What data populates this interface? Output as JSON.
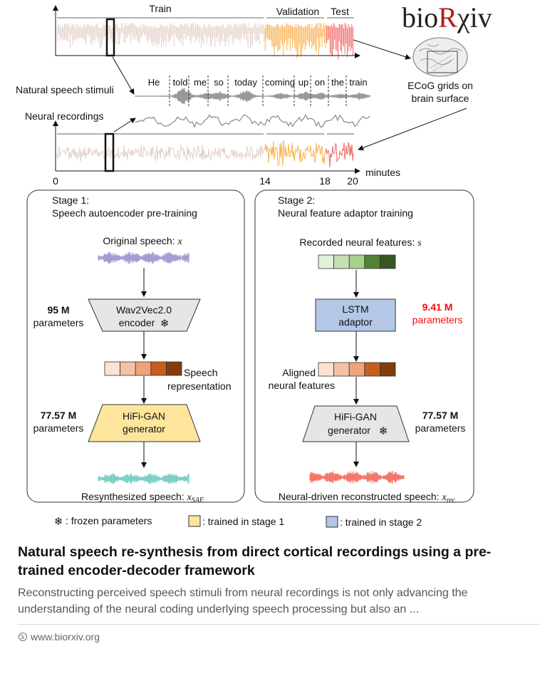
{
  "figure": {
    "logo": {
      "text_black_1": "bio",
      "text_red": "R",
      "text_black_2": "χiv",
      "accent": "#b31b1b"
    },
    "top_panel": {
      "train": "Train",
      "validation": "Validation",
      "test": "Test"
    },
    "speech_label": "Natural speech stimuli",
    "words": [
      "He",
      "told",
      "me",
      "so",
      "today",
      "coming",
      "up",
      "on",
      "the",
      "train"
    ],
    "neural_label": "Neural recordings",
    "ecog": [
      "ECoG grids on",
      "brain surface"
    ],
    "axis": {
      "ticks": [
        "0",
        "14",
        "18",
        "20"
      ],
      "unit": "minutes"
    },
    "stage1": {
      "title": "Stage 1:",
      "subtitle": "Speech autoencoder pre-training",
      "input": "Original speech: ",
      "input_var": "x",
      "encoder": [
        "Wav2Vec2.0",
        "encoder"
      ],
      "encoder_params": [
        "95 M",
        "parameters"
      ],
      "representation": [
        "Speech",
        "representation"
      ],
      "generator": [
        "HiFi-GAN",
        "generator"
      ],
      "generator_params": [
        "77.57 M",
        "parameters"
      ],
      "output": "Resynthesized speech: ",
      "output_var": "x",
      "output_sub": "SAE"
    },
    "stage2": {
      "title": "Stage 2:",
      "subtitle": "Neural feature adaptor training",
      "input": "Recorded neural features: ",
      "input_var": "s",
      "adaptor": [
        "LSTM",
        "adaptor"
      ],
      "adaptor_params": [
        "9.41 M",
        "parameters"
      ],
      "aligned": [
        "Aligned",
        "neural features"
      ],
      "generator": [
        "HiFi-GAN",
        "generator"
      ],
      "generator_params": [
        "77.57 M",
        "parameters"
      ],
      "output": "Neural-driven reconstructed speech: ",
      "output_var": "x",
      "output_sub": "rec"
    },
    "legend": {
      "frozen": ": frozen parameters",
      "stage1": ": trained in stage 1",
      "stage2": ": trained in stage 2"
    },
    "colors": {
      "train": "#e3cfc8",
      "validation": "#fbb04e",
      "test": "#f06a65",
      "stage1_fill": "#fde69b",
      "stage2_fill": "#b4c7e7",
      "params_red": "#ee1111",
      "speech_purple": "#a99ad3",
      "resynth_teal": "#7ecfc6",
      "recon_red": "#f4776a"
    },
    "icons": {
      "frozen": "snowflake-icon"
    }
  },
  "card": {
    "title": "Natural speech re-synthesis from direct cortical recordings using a pre-trained encoder-decoder framework",
    "description": "Reconstructing perceived speech stimuli from neural recordings is not only advancing the understanding of the neural coding underlying speech processing but also an ...",
    "domain": "www.biorxiv.org"
  }
}
